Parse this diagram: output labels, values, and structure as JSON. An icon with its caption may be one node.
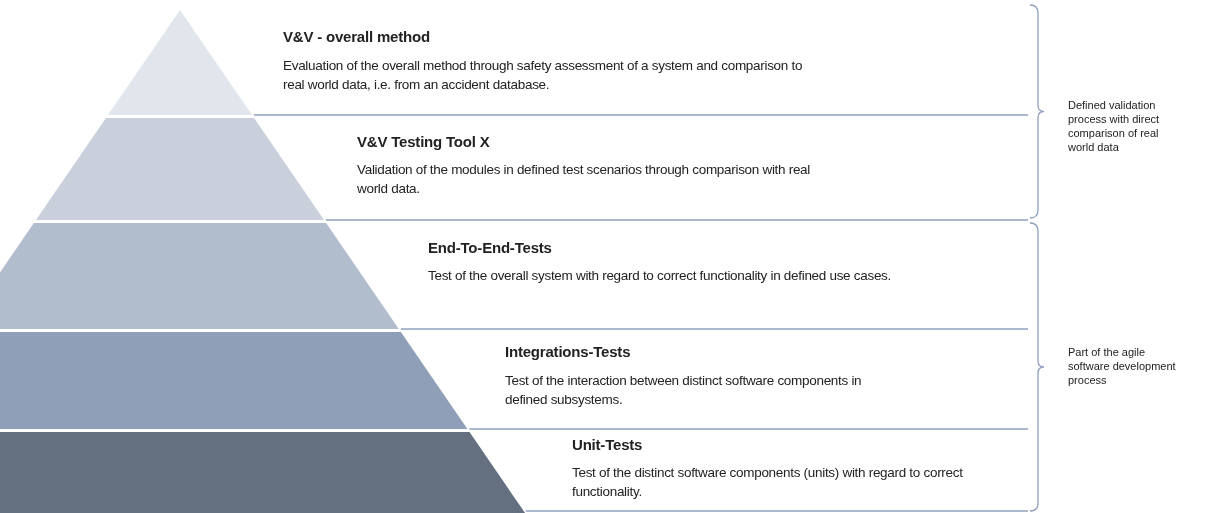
{
  "diagram": {
    "nodes": [
      {
        "text": [
          "V&V - overall method",
          "Evaluation of the overall method through safety assessment of a system and comparison to real world data, i.e. from an accident database."
        ]
      },
      {
        "text": [
          "V&V Testing Tool X",
          "Validation of the modules in defined test scenarios through comparison with real world data."
        ]
      },
      {
        "text": [
          "End-To-End-Tests",
          "Test of the overall system with regard to correct functionality in defined use cases."
        ]
      },
      {
        "text": [
          "Integrations-Tests",
          "Test of the interaction between distinct software components in defined subsystems."
        ]
      },
      {
        "text": [
          "Unit-Tests",
          "Test of the distinct software components (units) with regard to correct functionality."
        ]
      }
    ],
    "labels": [
      "Defined validation process with direct comparison of real world data",
      "Part of the agile software development process"
    ]
  }
}
